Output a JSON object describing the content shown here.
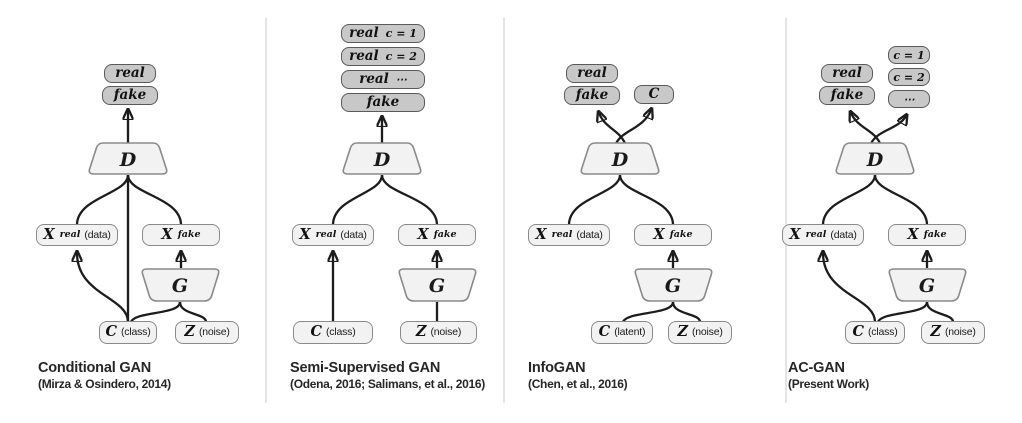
{
  "figure": {
    "colors": {
      "output_box_fill": "#c8c8c8",
      "output_box_border": "#5a5a5a",
      "node_box_fill": "#f2f2f2",
      "node_box_border": "#8a8a8a",
      "wire": "#1c1c1c",
      "divider": "#e4e4e4",
      "caption_text": "#262626"
    }
  },
  "panels": [
    {
      "name": "Conditional GAN",
      "outputs": [
        {
          "label": "real"
        },
        {
          "label": "fake"
        }
      ],
      "discriminator_label": "D",
      "generator_label": "G",
      "x_real": {
        "symbol": "X",
        "subscript": "real",
        "annotation": "(data)"
      },
      "x_fake": {
        "symbol": "X",
        "subscript": "fake"
      },
      "class_input": {
        "symbol": "C",
        "annotation": "(class)"
      },
      "noise_input": {
        "symbol": "Z",
        "annotation": "(noise)"
      },
      "caption": {
        "title": "Conditional GAN",
        "citation": "(Mirza & Osindero, 2014)"
      }
    },
    {
      "name": "Semi-Supervised GAN",
      "outputs": [
        {
          "label": "real",
          "suffix": "c = 1"
        },
        {
          "label": "real",
          "suffix": "c = 2"
        },
        {
          "label": "real",
          "suffix": "⋯"
        },
        {
          "label": "fake"
        }
      ],
      "discriminator_label": "D",
      "generator_label": "G",
      "x_real": {
        "symbol": "X",
        "subscript": "real",
        "annotation": "(data)"
      },
      "x_fake": {
        "symbol": "X",
        "subscript": "fake"
      },
      "class_input": {
        "symbol": "C",
        "annotation": "(class)"
      },
      "noise_input": {
        "symbol": "Z",
        "annotation": "(noise)"
      },
      "caption": {
        "title": "Semi-Supervised GAN",
        "citation": "(Odena, 2016; Salimans, et al., 2016)"
      }
    },
    {
      "name": "InfoGAN",
      "outputs_left": [
        {
          "label": "real"
        },
        {
          "label": "fake"
        }
      ],
      "output_right": {
        "label": "C"
      },
      "discriminator_label": "D",
      "generator_label": "G",
      "x_real": {
        "symbol": "X",
        "subscript": "real",
        "annotation": "(data)"
      },
      "x_fake": {
        "symbol": "X",
        "subscript": "fake"
      },
      "class_input": {
        "symbol": "C",
        "annotation": "(latent)"
      },
      "noise_input": {
        "symbol": "Z",
        "annotation": "(noise)"
      },
      "caption": {
        "title": "InfoGAN",
        "citation": "(Chen, et al., 2016)"
      }
    },
    {
      "name": "AC-GAN",
      "outputs_left": [
        {
          "label": "real"
        },
        {
          "label": "fake"
        }
      ],
      "outputs_right": [
        {
          "label": "c = 1"
        },
        {
          "label": "c = 2"
        },
        {
          "label": "⋯"
        }
      ],
      "discriminator_label": "D",
      "generator_label": "G",
      "x_real": {
        "symbol": "X",
        "subscript": "real",
        "annotation": "(data)"
      },
      "x_fake": {
        "symbol": "X",
        "subscript": "fake"
      },
      "class_input": {
        "symbol": "C",
        "annotation": "(class)"
      },
      "noise_input": {
        "symbol": "Z",
        "annotation": "(noise)"
      },
      "caption": {
        "title": "AC-GAN",
        "citation": "(Present Work)"
      }
    }
  ]
}
